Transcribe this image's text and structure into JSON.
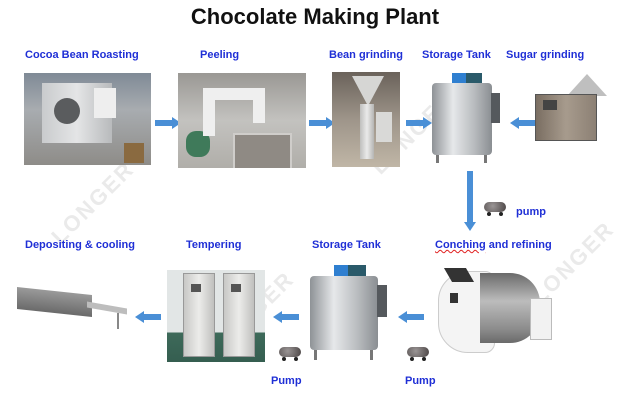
{
  "title": "Chocolate Making Plant",
  "colors": {
    "label": "#1f2fd6",
    "arrow": "#4a8fd6",
    "title": "#111111",
    "background": "#ffffff"
  },
  "watermark": "LONGER",
  "steps": [
    {
      "label": "Cocoa Bean Roasting",
      "icon": "roaster-machine-photo"
    },
    {
      "label": "Peeling",
      "icon": "peeling-machine-photo"
    },
    {
      "label": "Bean grinding",
      "icon": "colloid-mill-photo"
    },
    {
      "label": "Storage Tank",
      "icon": "storage-tank-photo"
    },
    {
      "label": "Sugar grinding",
      "icon": "sugar-grinder-photo"
    },
    {
      "label": "Conching and refining",
      "icon": "conche-machine-photo"
    },
    {
      "label": "Storage Tank",
      "icon": "storage-tank-photo"
    },
    {
      "label": "Tempering",
      "icon": "tempering-machine-photo"
    },
    {
      "label": "Depositing & cooling",
      "icon": "depositing-line-photo"
    }
  ],
  "pumps": [
    {
      "label": "pump"
    },
    {
      "label": "Pump"
    },
    {
      "label": "Pump"
    }
  ],
  "arrows": [
    {
      "from": "Cocoa Bean Roasting",
      "to": "Peeling",
      "direction": "right"
    },
    {
      "from": "Peeling",
      "to": "Bean grinding",
      "direction": "right"
    },
    {
      "from": "Bean grinding",
      "to": "Storage Tank",
      "direction": "right"
    },
    {
      "from": "Sugar grinding",
      "to": "Storage Tank",
      "direction": "left"
    },
    {
      "from": "Storage Tank",
      "to": "Conching and refining",
      "direction": "down"
    },
    {
      "from": "Conching and refining",
      "to": "Storage Tank",
      "direction": "left"
    },
    {
      "from": "Storage Tank",
      "to": "Tempering",
      "direction": "left"
    },
    {
      "from": "Tempering",
      "to": "Depositing & cooling",
      "direction": "left"
    }
  ]
}
